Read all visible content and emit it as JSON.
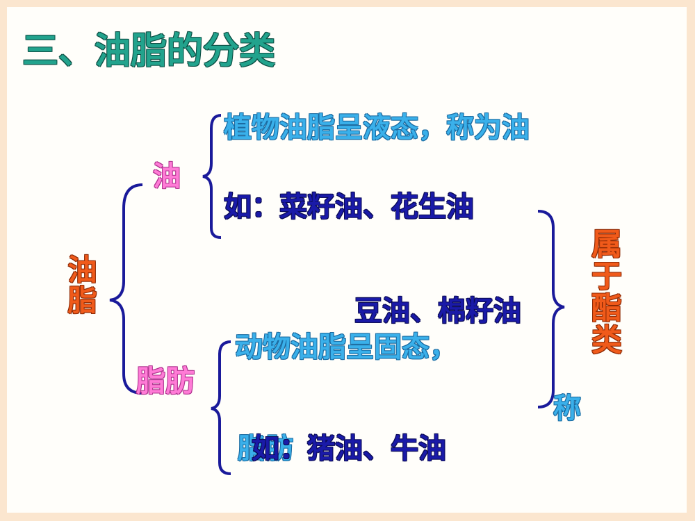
{
  "title": "三、油脂的分类",
  "root": "油脂",
  "oil": {
    "label": "油",
    "desc": "植物油脂呈液态，称为油",
    "examples": "如：菜籽油、花生油",
    "examples_more": "豆油、棉籽油"
  },
  "fat": {
    "label": "脂肪",
    "desc": "动物油脂呈固态，",
    "desc_cont": "称",
    "desc_word": "脂肪",
    "examples": "如：猪油、牛油"
  },
  "belongs": "属于酯类",
  "colors": {
    "title": "#22a38d",
    "desc": "#3ab0ea",
    "examples": "#1a1aa8",
    "category": "#ff7bd6",
    "root": "#f05a1a",
    "bracket": "#1a1a9a",
    "background": "#fbe6cf"
  }
}
